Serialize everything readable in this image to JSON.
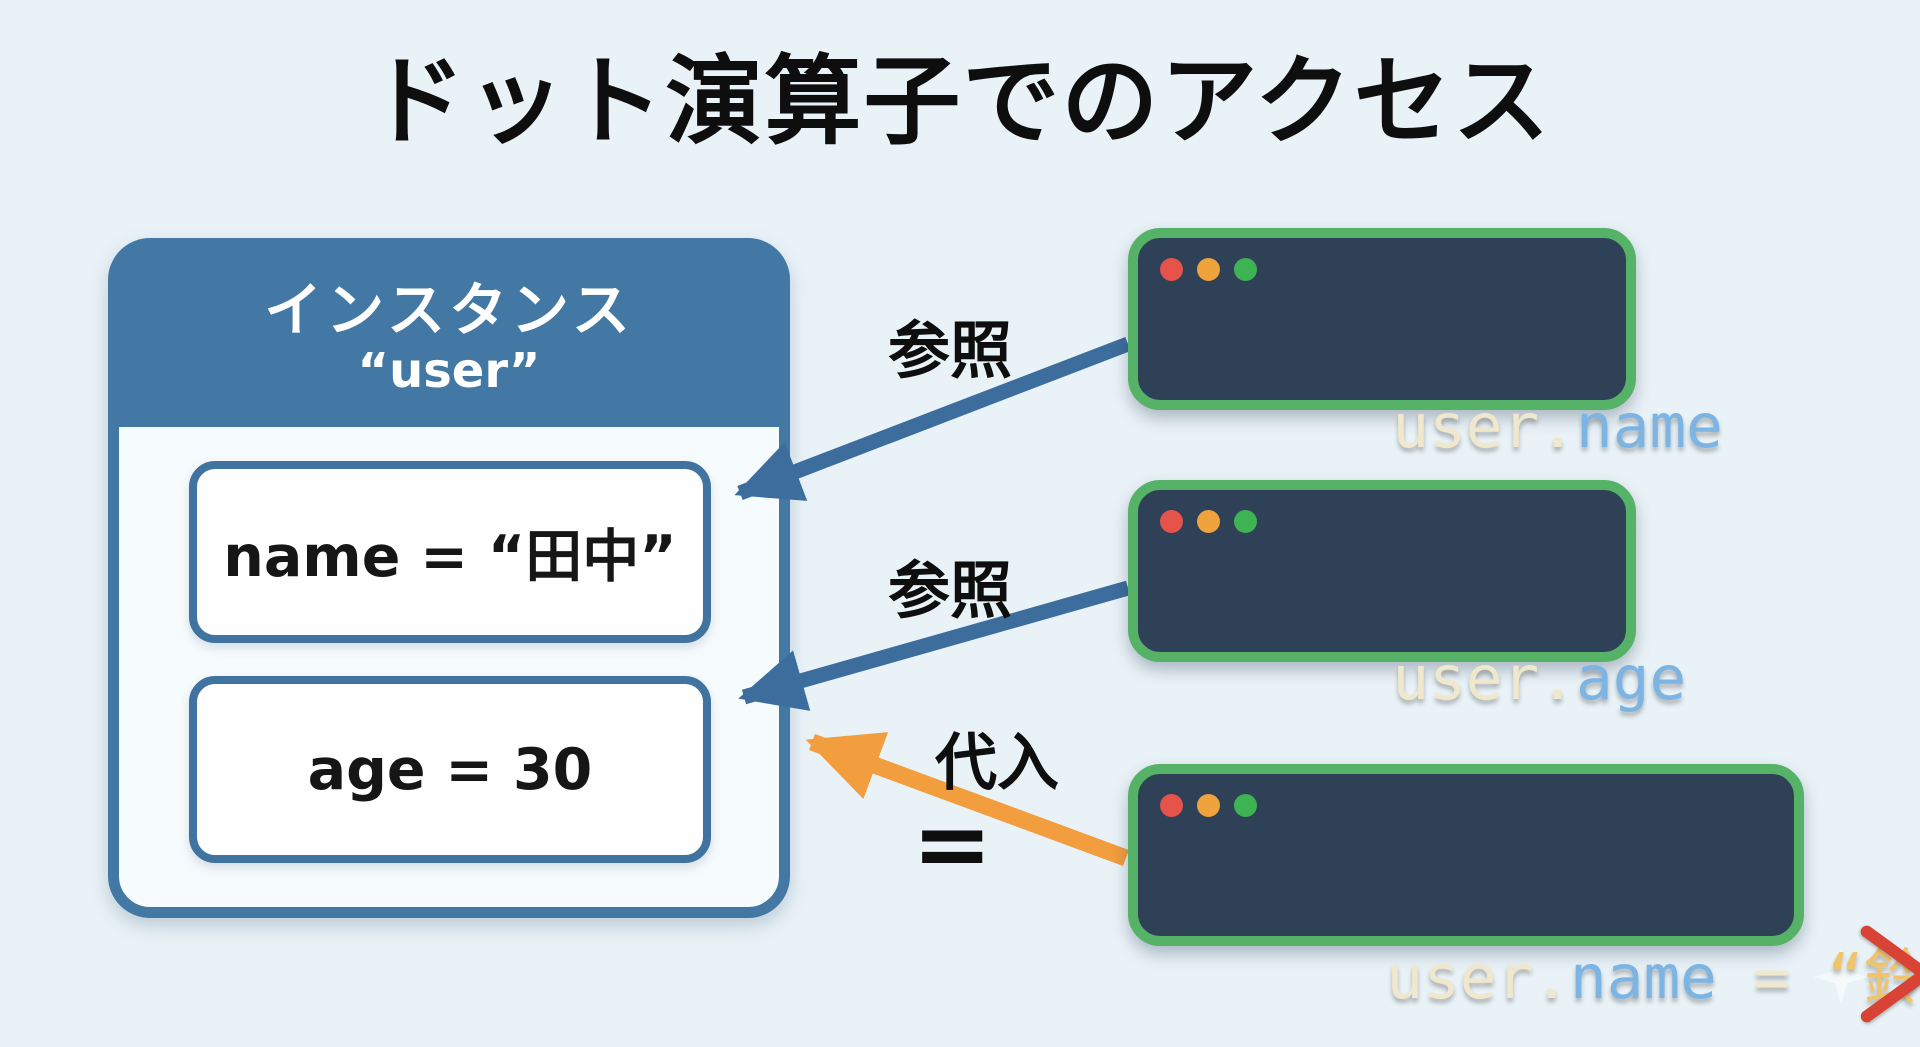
{
  "title": "ドット演算子でのアクセス",
  "instance": {
    "header_line1": "インスタンス",
    "header_line2": "“user”",
    "fields": [
      {
        "text": "name = “田中”"
      },
      {
        "text": "age = 30"
      }
    ]
  },
  "arrows": [
    {
      "type": "reference",
      "label": "参照",
      "from": "user.name window",
      "to": "name field"
    },
    {
      "type": "reference",
      "label": "参照",
      "from": "user.age window",
      "to": "age field"
    },
    {
      "type": "assignment",
      "label": "代入",
      "equals_symbol": "=",
      "from": "assignment window",
      "to": "instance"
    }
  ],
  "code_windows": [
    {
      "segments": [
        {
          "text": "user.",
          "role": "object"
        },
        {
          "text": "name",
          "role": "property"
        }
      ]
    },
    {
      "segments": [
        {
          "text": "user.",
          "role": "object"
        },
        {
          "text": "age",
          "role": "property"
        }
      ]
    },
    {
      "segments": [
        {
          "text": "user.",
          "role": "object"
        },
        {
          "text": "name",
          "role": "property"
        },
        {
          "text": " = ",
          "role": "operator"
        },
        {
          "text": "“",
          "role": "string"
        },
        {
          "text": "鈴木",
          "role": "string",
          "crossed_out": true
        },
        {
          "text": "”",
          "role": "string"
        }
      ]
    }
  ],
  "colors": {
    "background": "#e9f2f7",
    "title_text": "#0e0e0e",
    "instance_blue": "#4478a4",
    "instance_body": "#f6fbfd",
    "field_border": "#4073a0",
    "arrow_reference": "#3d6d9d",
    "arrow_assignment": "#f29d3e",
    "code_window_bg": "#2e4156",
    "code_window_border": "#55b267",
    "traffic_red": "#e5534b",
    "traffic_yellow": "#efa33d",
    "traffic_green": "#3db353",
    "code_object_text": "#f0e8cd",
    "code_property_text": "#7cb4e4",
    "code_string_text": "#f1c469",
    "cross_mark_red": "#d84336"
  }
}
